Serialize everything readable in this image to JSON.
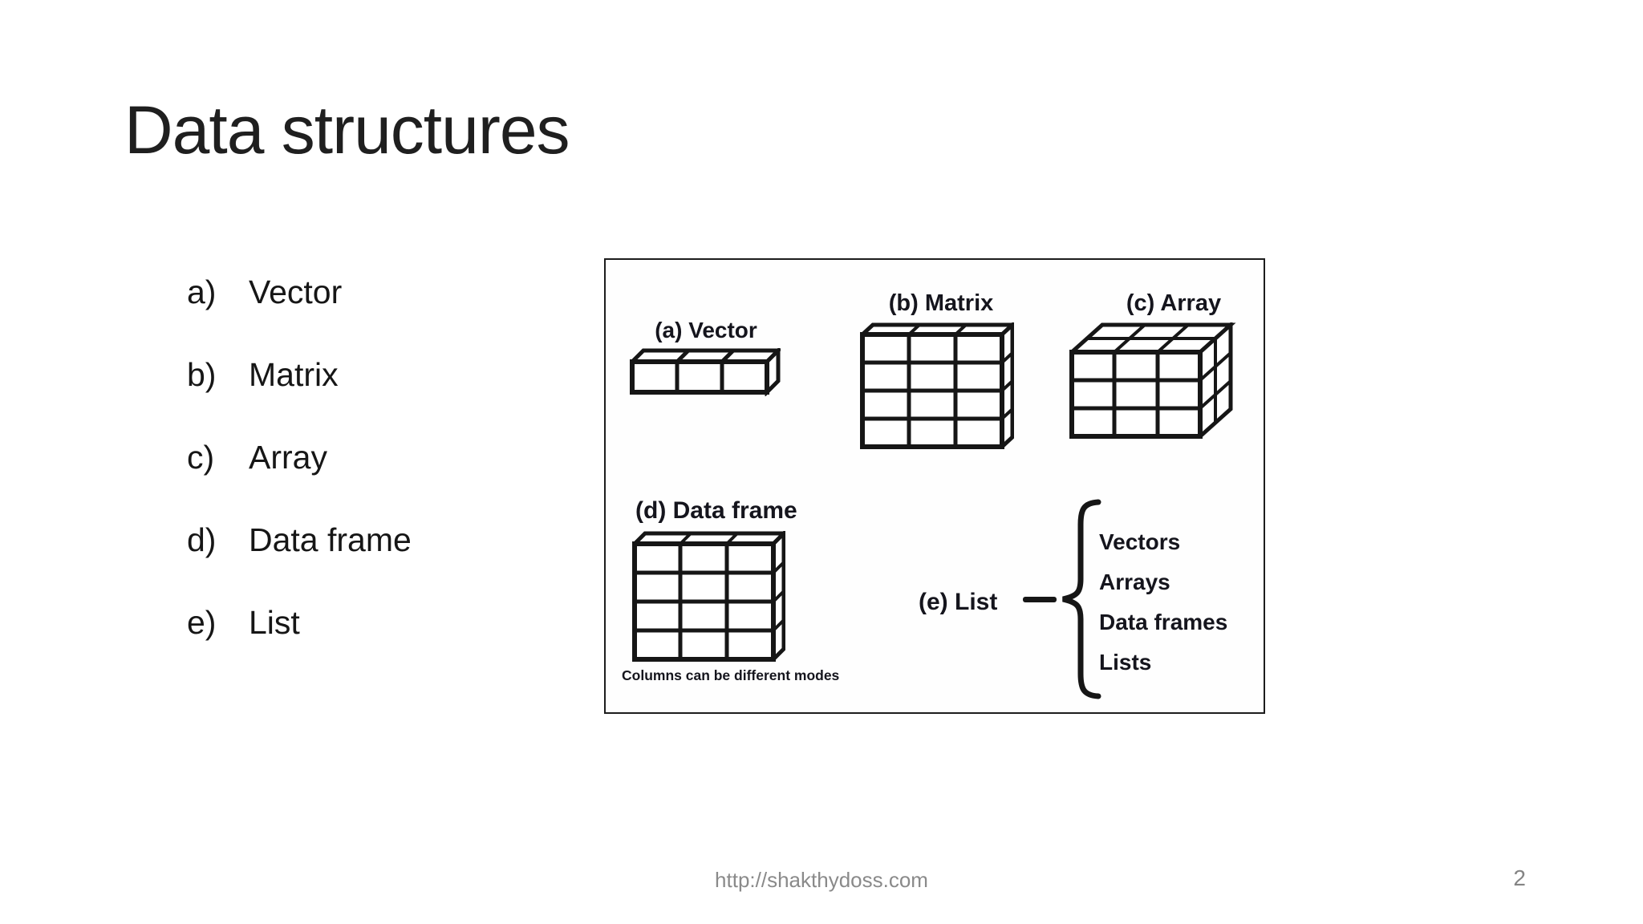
{
  "slide": {
    "title": "Data structures",
    "list": [
      {
        "marker": "a)",
        "label": "Vector"
      },
      {
        "marker": "b)",
        "label": "Matrix"
      },
      {
        "marker": "c)",
        "label": "Array"
      },
      {
        "marker": "d)",
        "label": "Data frame"
      },
      {
        "marker": "e)",
        "label": "List"
      }
    ],
    "figure": {
      "label_a": "(a) Vector",
      "label_b": "(b) Matrix",
      "label_c": "(c) Array",
      "label_d": "(d) Data frame",
      "caption_d": "Columns can be different modes",
      "label_e": "(e) List",
      "list_items": [
        "Vectors",
        "Arrays",
        "Data frames",
        "Lists"
      ]
    },
    "footer": {
      "url": "http://shakthydoss.com",
      "page_number": "2"
    }
  },
  "colors": {
    "background": "#ffffff",
    "text": "#161616",
    "figure_border": "#1d1d1d",
    "footer_gray": "#8a8a8a"
  }
}
